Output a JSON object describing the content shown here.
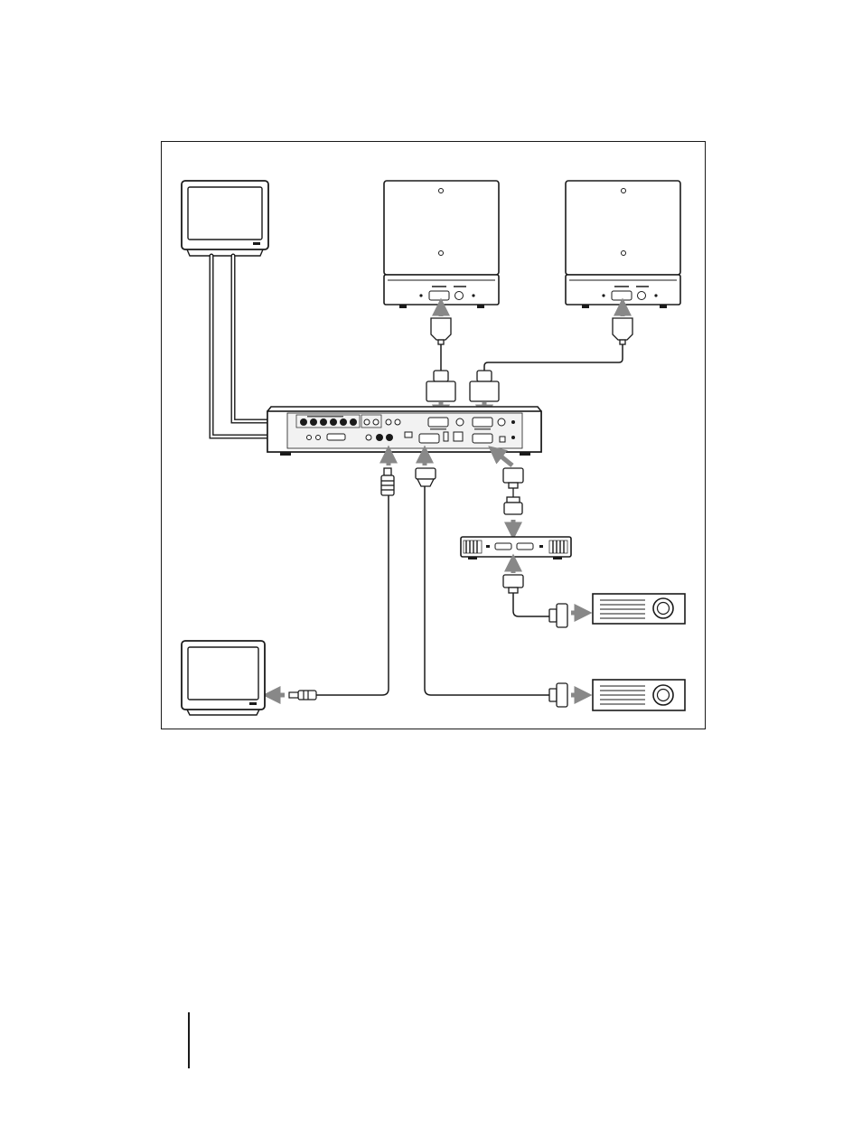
{
  "figure": {
    "devices": {
      "monitor_top": "monitor",
      "camera_left": "camera",
      "camera_right": "camera",
      "codec_unit": "codec",
      "switcher_box": "switcher",
      "projector_upper": "projector",
      "projector_lower": "projector",
      "monitor_bottom": "monitor"
    }
  },
  "colors": {
    "line": "#1a1a1a",
    "arrow": "#888888",
    "unit_fill": "#ffffff",
    "panel_fill": "#f2f2f2"
  }
}
